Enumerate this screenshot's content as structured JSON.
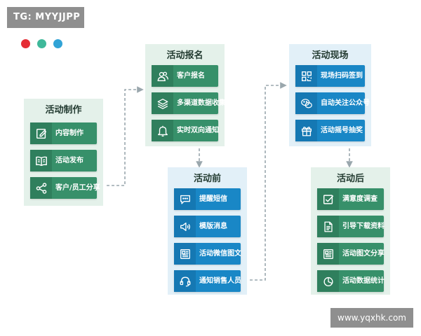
{
  "tag": "TG: MYYJJPP",
  "watermark": "www.yqxhk.com",
  "colors": {
    "dots": [
      "#e52d35",
      "#3fb89a",
      "#31a3d6"
    ],
    "green_panel": "#e4f1ea",
    "green_item": "#37906a",
    "blue_panel": "#e2f0f8",
    "blue_item": "#1987c6",
    "connector": "#9aa7ad"
  },
  "panels": {
    "production": {
      "title": "活动制作",
      "items": [
        {
          "icon": "edit-icon",
          "label": "内容制作"
        },
        {
          "icon": "book-icon",
          "label": "活动发布"
        },
        {
          "icon": "share-icon",
          "label": "客户/员工分享"
        }
      ]
    },
    "registration": {
      "title": "活动报名",
      "items": [
        {
          "icon": "users-icon",
          "label": "客户报名"
        },
        {
          "icon": "layers-icon",
          "label": "多渠道数据收集"
        },
        {
          "icon": "bell-icon",
          "label": "实时双向通知"
        }
      ]
    },
    "before": {
      "title": "活动前",
      "items": [
        {
          "icon": "message-icon",
          "label": "提醒短信"
        },
        {
          "icon": "speaker-icon",
          "label": "模版消息"
        },
        {
          "icon": "article-icon",
          "label": "活动微信图文"
        },
        {
          "icon": "headset-icon",
          "label": "通知销售人员"
        }
      ]
    },
    "onsite": {
      "title": "活动现场",
      "items": [
        {
          "icon": "qrcode-icon",
          "label": "现场扫码签到"
        },
        {
          "icon": "wechat-icon",
          "label": "自动关注公众号"
        },
        {
          "icon": "gift-icon",
          "label": "活动摇号抽奖"
        }
      ]
    },
    "after": {
      "title": "活动后",
      "items": [
        {
          "icon": "checkbox-icon",
          "label": "满意度调查"
        },
        {
          "icon": "document-icon",
          "label": "引导下载资料"
        },
        {
          "icon": "article-icon",
          "label": "活动图文分享"
        },
        {
          "icon": "pie-chart-icon",
          "label": "活动数据统计"
        }
      ]
    }
  }
}
